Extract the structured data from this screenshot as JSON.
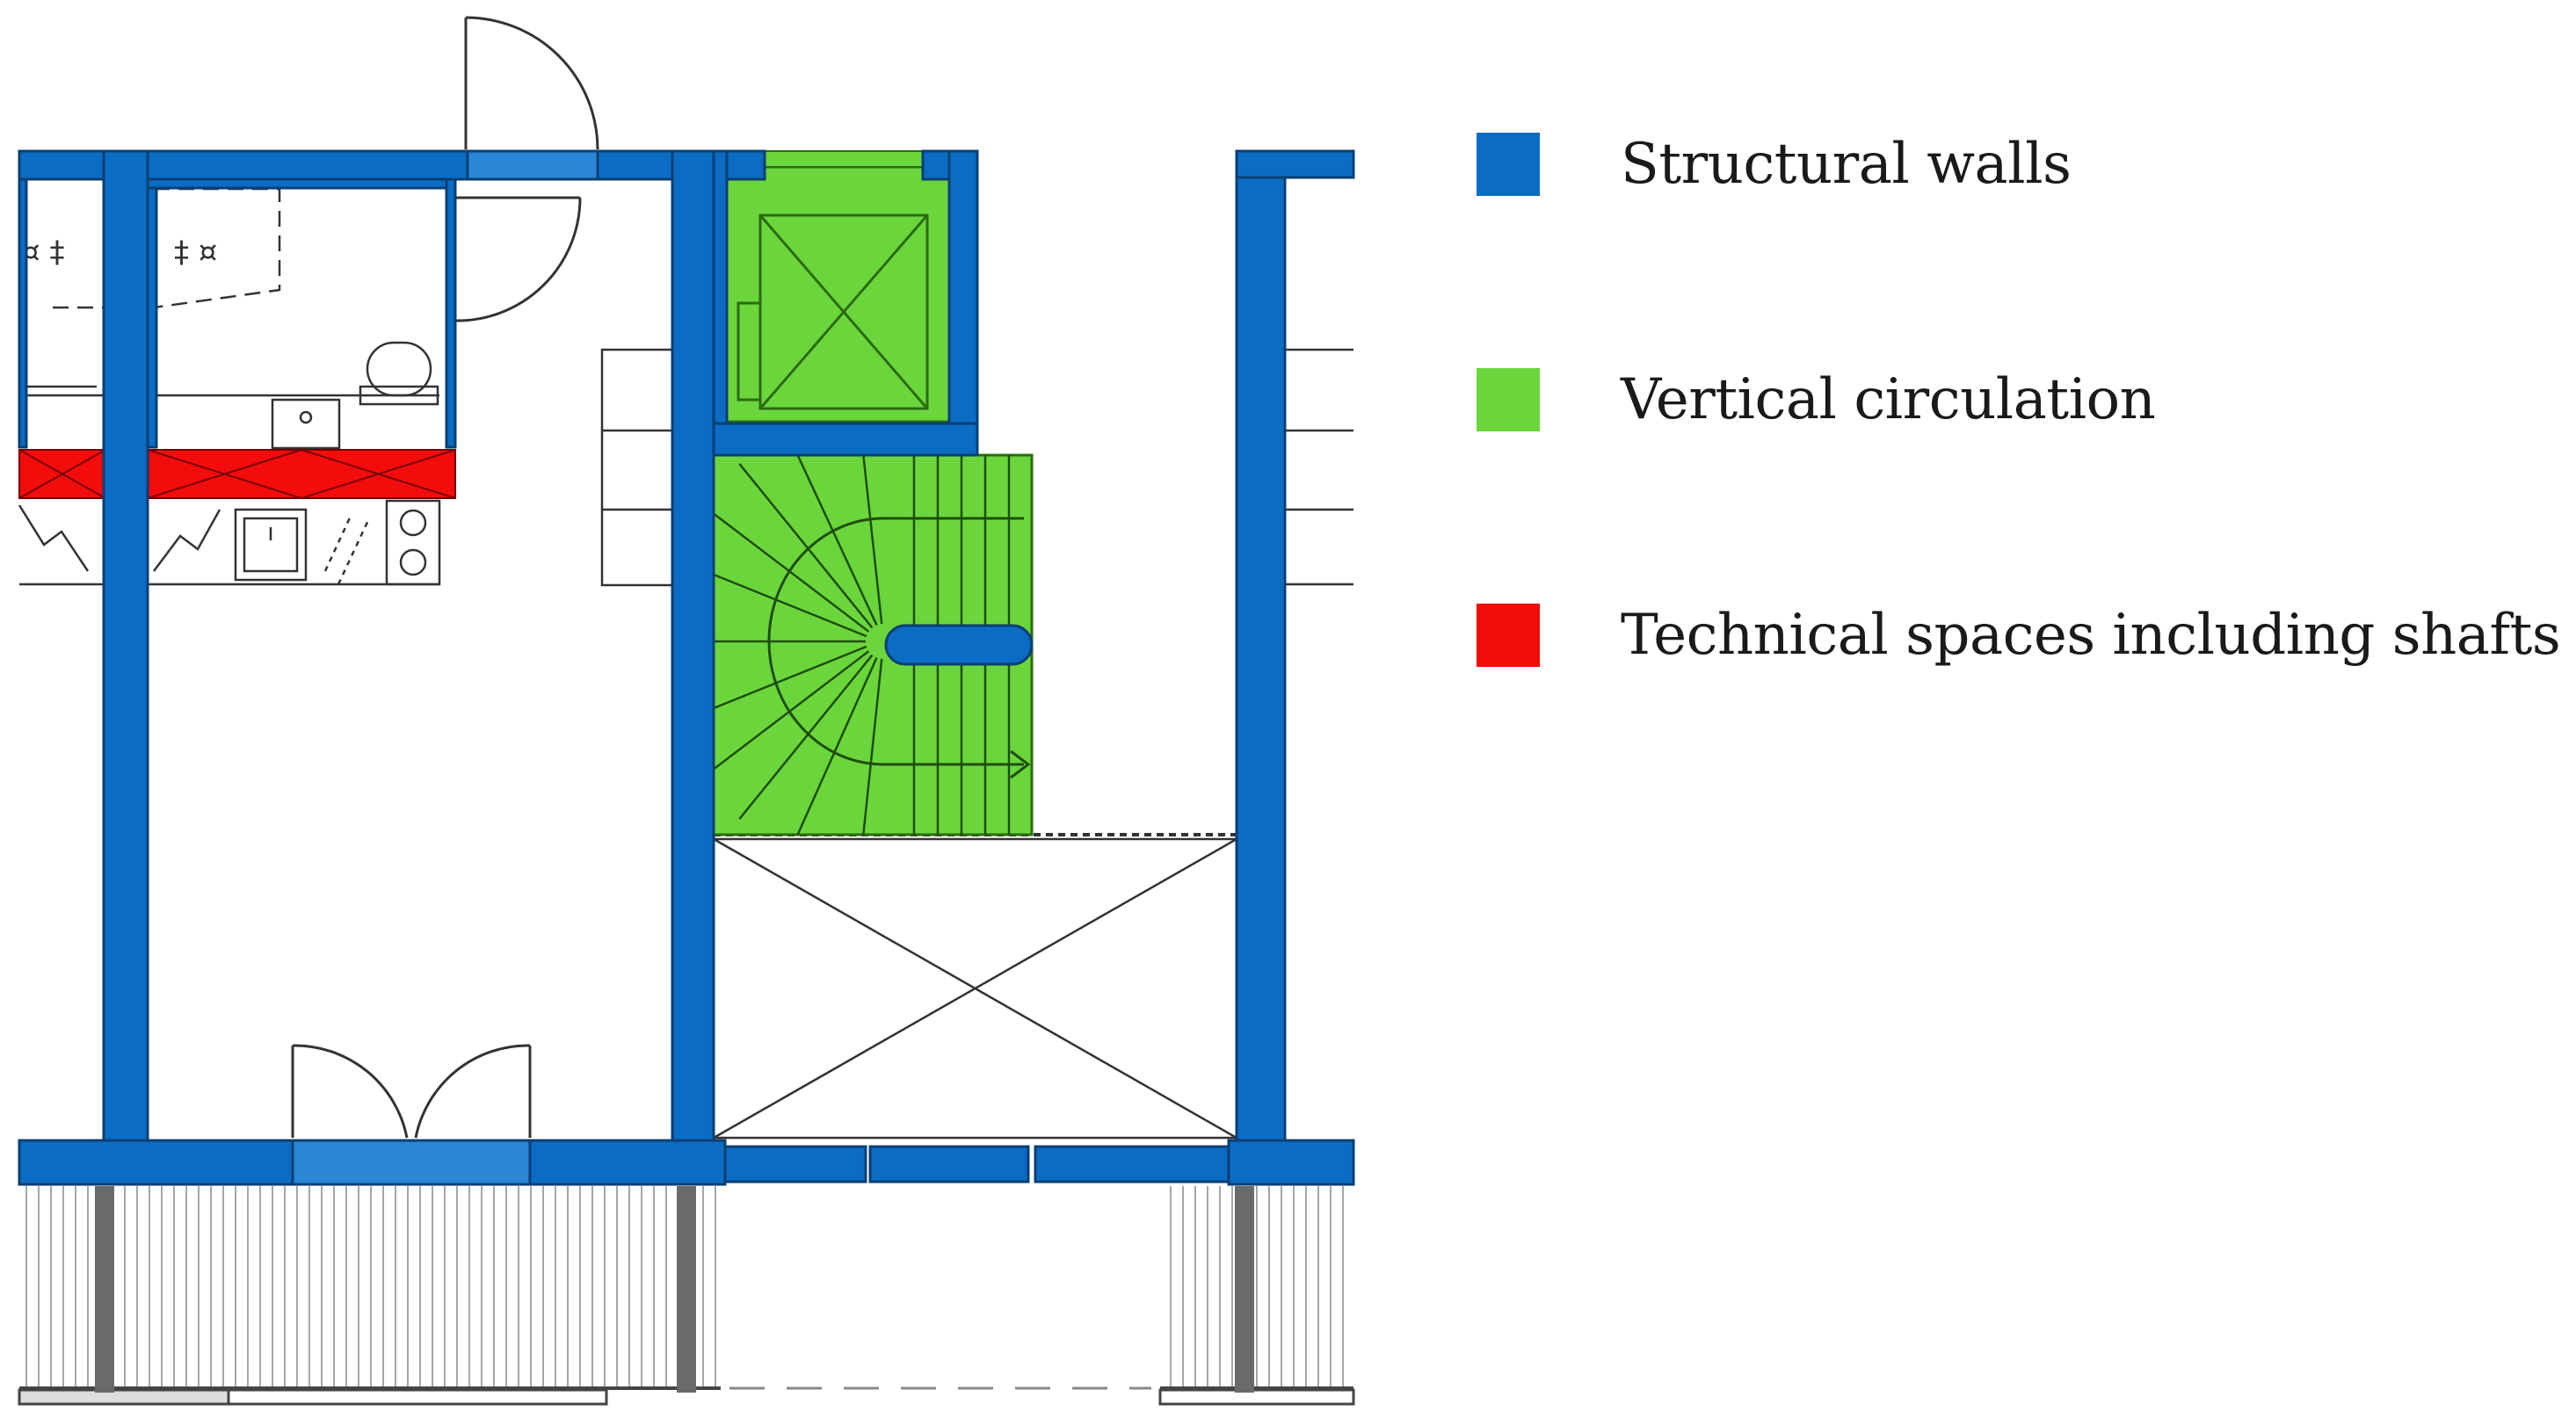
{
  "legend": {
    "items": [
      {
        "key": "structural",
        "label": "Structural walls",
        "color": "#0b6cc3"
      },
      {
        "key": "circulation",
        "label": "Vertical circulation",
        "color": "#6bd63c"
      },
      {
        "key": "technical",
        "label": "Technical spaces including shafts",
        "color": "#f20c0c"
      }
    ]
  },
  "colors": {
    "structural": "#0b6cc3",
    "structural_dark": "#0a4d8c",
    "circulation": "#6bd63c",
    "technical": "#f20c0c",
    "line": "#222222"
  }
}
